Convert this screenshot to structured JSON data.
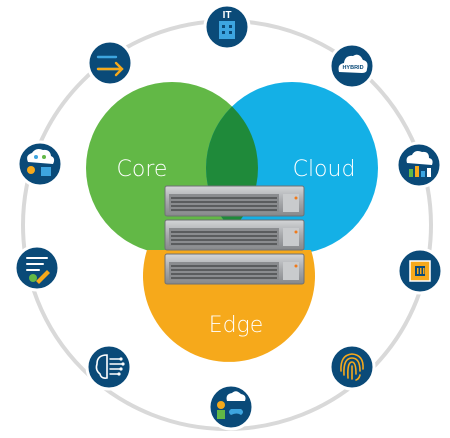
{
  "venn": {
    "left_label": "Core",
    "right_label": "Cloud",
    "bottom_label": "Edge",
    "colors": {
      "core": "#62b846",
      "cloud": "#14b0e6",
      "edge": "#f6a91b",
      "overlap": "#1f8a3a"
    }
  },
  "ring_icons": [
    {
      "name": "it-building-icon",
      "text": "IT"
    },
    {
      "name": "hybrid-cloud-icon",
      "text": "HYBRID"
    },
    {
      "name": "cloud-analytics-icon",
      "text": ""
    },
    {
      "name": "processor-chip-icon",
      "text": ""
    },
    {
      "name": "fingerprint-icon",
      "text": ""
    },
    {
      "name": "iot-devices-icon",
      "text": ""
    },
    {
      "name": "brain-ai-icon",
      "text": ""
    },
    {
      "name": "developer-tools-icon",
      "text": ""
    },
    {
      "name": "cloud-collaboration-icon",
      "text": ""
    },
    {
      "name": "arrows-transfer-icon",
      "text": ""
    }
  ],
  "colors": {
    "icon_bg": "#0a4a78",
    "ring": "#d9d9d9",
    "server": "#a9abae"
  }
}
